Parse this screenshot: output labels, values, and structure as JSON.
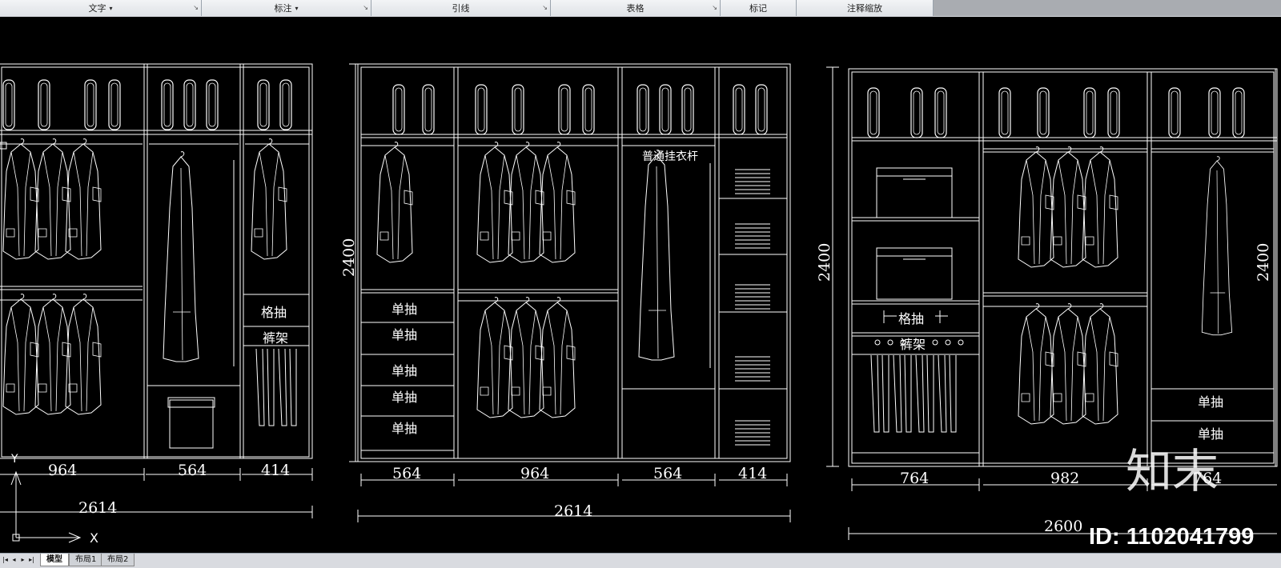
{
  "ribbon": {
    "panels": [
      {
        "label": "文字",
        "dropdown": true
      },
      {
        "label": "标注",
        "dropdown": true
      },
      {
        "label": "引线",
        "dropdown": false
      },
      {
        "label": "表格",
        "dropdown": false
      },
      {
        "label": "标记",
        "dropdown": false
      },
      {
        "label": "注释缩放",
        "dropdown": false
      }
    ],
    "dropdown_glyph": "▾",
    "corner_glyph": "↘"
  },
  "drawing": {
    "wardrobe_left": {
      "dims": [
        "964",
        "564",
        "414"
      ],
      "total": "2614",
      "labels": {
        "drawer_grid": "格抽",
        "pants_rack": "裤架"
      }
    },
    "wardrobe_middle": {
      "height": "2400",
      "dims": [
        "564",
        "964",
        "564",
        "414"
      ],
      "total": "2614",
      "drawer_label": "单抽",
      "hanging_rod_label": "普通挂衣杆"
    },
    "wardrobe_right": {
      "height_left": "2400",
      "height_right": "2400",
      "dims": [
        "764",
        "982",
        "764"
      ],
      "total": "2600",
      "labels": {
        "drawer_grid": "格抽",
        "pants_rack": "裤架",
        "drawer": "单抽"
      }
    },
    "ucs": {
      "x": "X",
      "y": "Y"
    }
  },
  "watermark": {
    "brand": "知末",
    "id_text": "ID: 1102041799"
  },
  "layout_tabs": [
    "模型",
    "布局1",
    "布局2"
  ],
  "active_tab": "模型",
  "nav_glyphs": [
    "|◂",
    "◂",
    "▸",
    "▸|"
  ],
  "colors": {
    "background": "#000000",
    "lines": "#ffffff",
    "ribbon": "#dfe2e6"
  }
}
